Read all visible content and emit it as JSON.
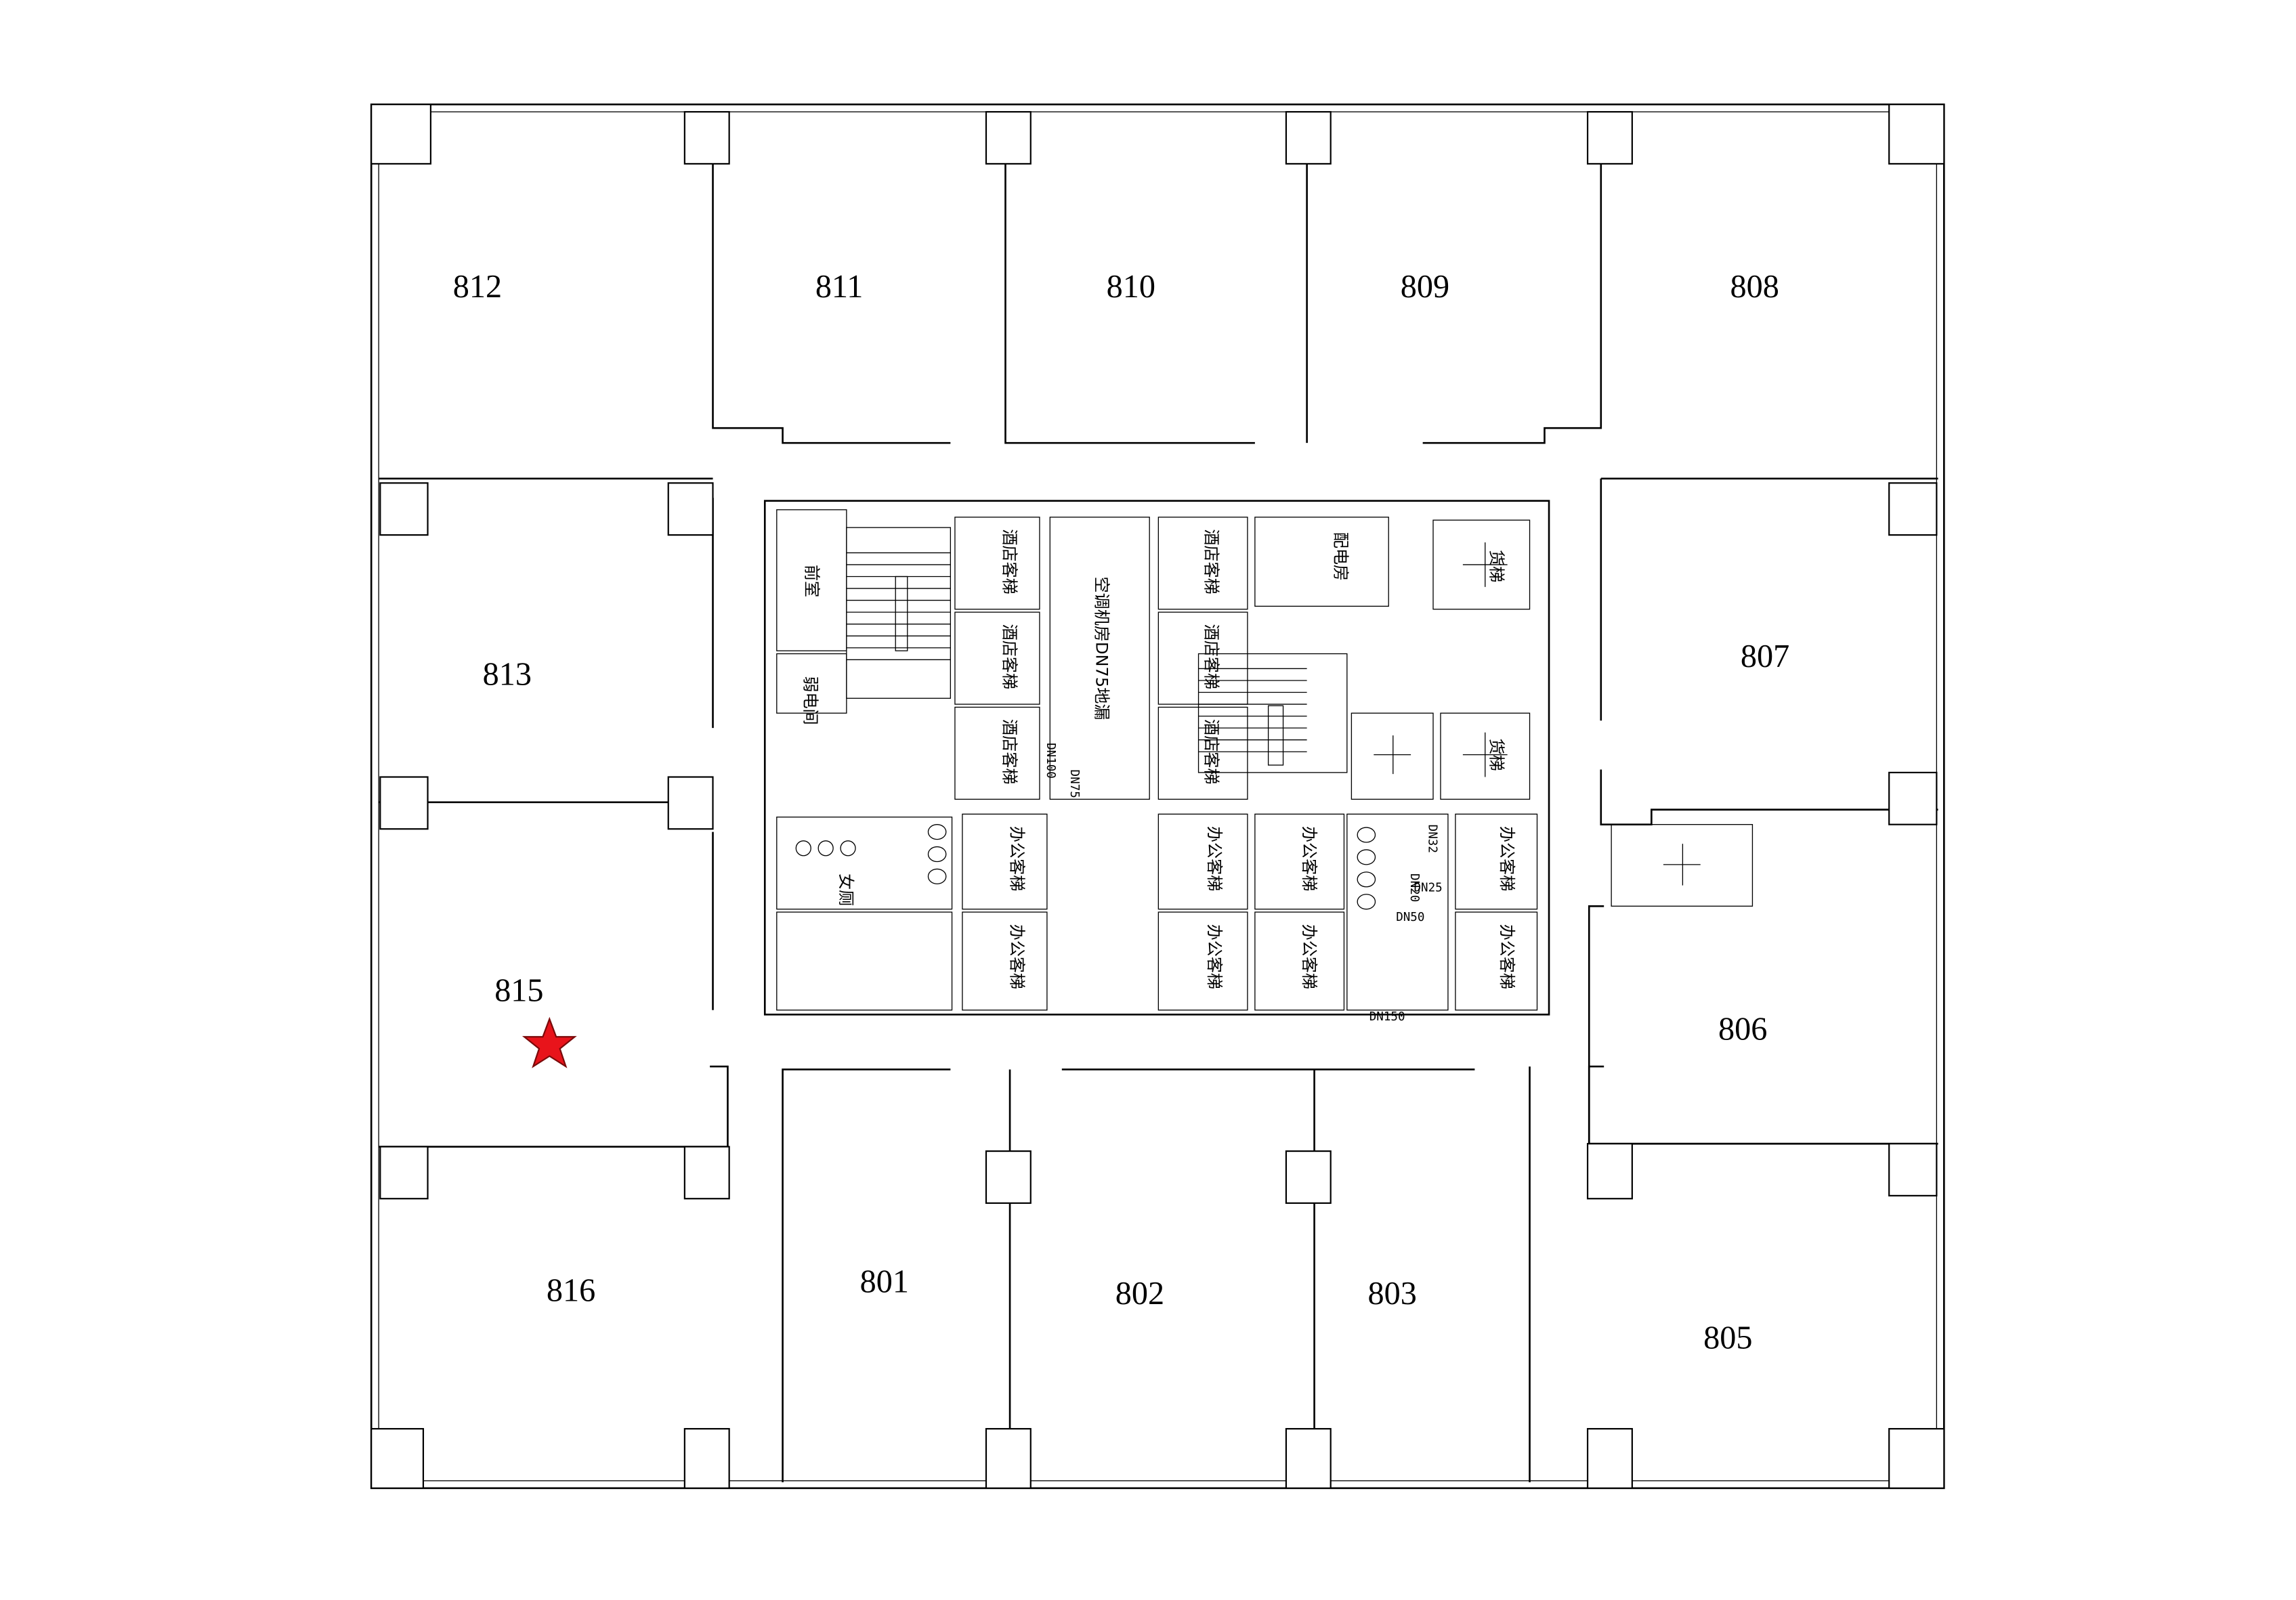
{
  "floor_plan": {
    "rooms": [
      {
        "id": "812",
        "label": "812"
      },
      {
        "id": "811",
        "label": "811"
      },
      {
        "id": "810",
        "label": "810"
      },
      {
        "id": "809",
        "label": "809"
      },
      {
        "id": "808",
        "label": "808"
      },
      {
        "id": "813",
        "label": "813"
      },
      {
        "id": "807",
        "label": "807"
      },
      {
        "id": "815",
        "label": "815"
      },
      {
        "id": "806",
        "label": "806"
      },
      {
        "id": "816",
        "label": "816"
      },
      {
        "id": "801",
        "label": "801"
      },
      {
        "id": "802",
        "label": "802"
      },
      {
        "id": "803",
        "label": "803"
      },
      {
        "id": "805",
        "label": "805"
      }
    ],
    "marker": {
      "room": "815",
      "icon": "star-icon",
      "color": "#e8141b"
    },
    "core": {
      "anteroom": "前室",
      "weak_current_room": "弱电间",
      "hotel_elevator": "酒店客梯",
      "ac_room": "空调机房DN75地漏",
      "power_room": "配电房",
      "freight_elevator": "货梯",
      "office_elevator": "办公客梯",
      "womens_toilet": "女厕",
      "dn100": "DN100",
      "dn75": "DN75",
      "dn150": "DN150",
      "dn25": "DN25",
      "dn50": "DN50",
      "dn20": "DN20",
      "dn32": "DN32"
    }
  }
}
